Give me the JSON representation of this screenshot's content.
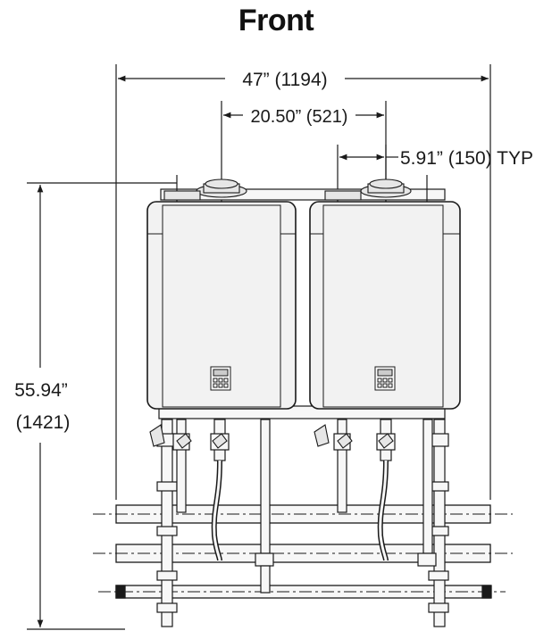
{
  "title": "Front",
  "dimensions": {
    "overall_width": "47” (1194)",
    "unit_spacing": "20.50” (521)",
    "connection_spacing": "5.91” (150) TYP",
    "overall_height_in": "55.94”",
    "overall_height_mm": "(1421)"
  },
  "colors": {
    "line": "#1a1a1a",
    "unit_fill": "#f2f2f2",
    "pipe_fill": "#f7f7f7"
  }
}
